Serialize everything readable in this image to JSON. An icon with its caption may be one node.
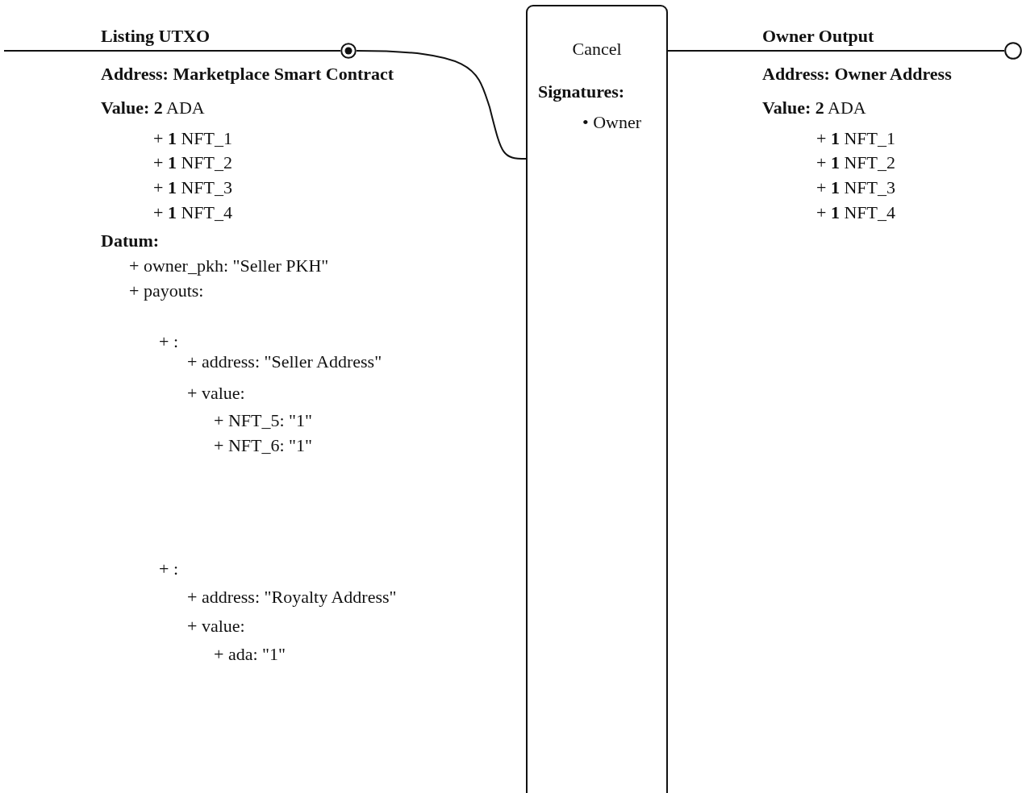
{
  "diagram": {
    "nodes": [
      {
        "text": [
          "Listing UTXO",
          "**Address:**   **Marketplace Smart Contract**",
          "**Value:** **2** ADA",
          "+ **1** NFT_1",
          "+ **1** NFT_2",
          "+ **1** NFT_3",
          "+ **1** NFT_4",
          "Datum:",
          "+ owner_pkh: \"Seller PKH\"",
          "+ payouts:",
          "+ :",
          "+ address: \"Seller Address\"",
          "+ value:",
          "+ NFT_5: \"1\"",
          "+ NFT_6: \"1\"",
          "+ :",
          "+ address: \"Royalty Address\"",
          "+ value:",
          "+ ada: \"1\""
        ]
      },
      {
        "text": [],
        "shape": "circle"
      },
      {
        "text": [
          "Cancel",
          "Signatures:",
          "• Owner"
        ]
      },
      {
        "text": [
          "Owner Output",
          "**Address:**   **Owner Address**",
          "**Value:** **2** ADA",
          "+ **1** NFT_1",
          "+ **1** NFT_2",
          "+ **1** NFT_3",
          "+ **1** NFT_4"
        ]
      },
      {
        "text": [],
        "shape": "circle"
      }
    ],
    "edges": [
      {
        "from": null,
        "to": 1,
        "arrow": "none"
      },
      {
        "from": 1,
        "to": 2,
        "arrow": "none"
      },
      {
        "from": 2,
        "to": 4,
        "arrow": "none"
      }
    ]
  }
}
